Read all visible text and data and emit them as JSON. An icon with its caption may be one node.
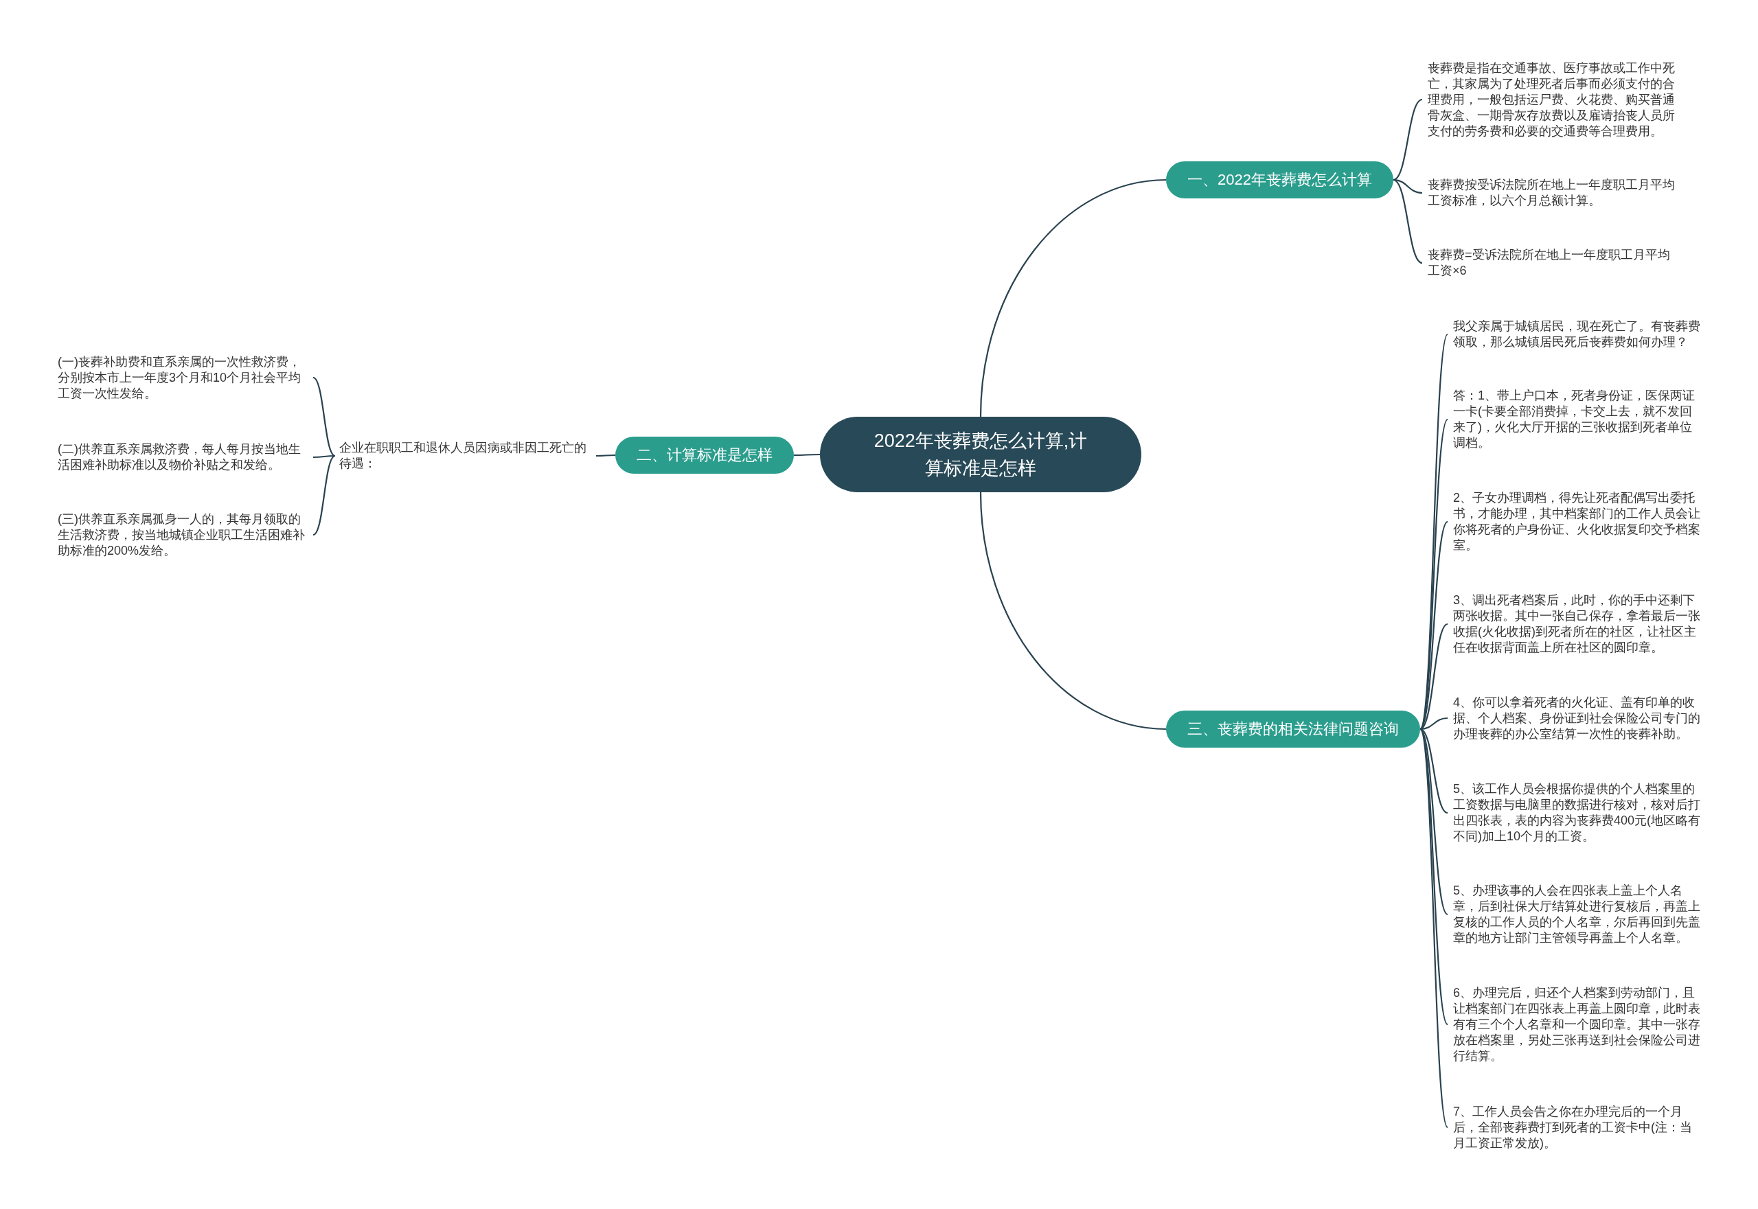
{
  "diagram": {
    "nodes": [
      {
        "text": [
          "2022年丧葬费怎么计算,计算标准是怎样"
        ]
      },
      {
        "text": [
          "一、2022年丧葬费怎么计算"
        ]
      },
      {
        "text": [
          "丧葬费是指在交通事故、医疗事故或工作中死亡，其家属为了处理死者后事而必须支付的合理费用，一般包括运尸费、火花费、购买普通骨灰盒、一期骨灰存放费以及雇请抬丧人员所支付的劳务费和必要的交通费等合理费用。"
        ]
      },
      {
        "text": [
          "丧葬费按受诉法院所在地上一年度职工月平均工资标准，以六个月总额计算。"
        ]
      },
      {
        "text": [
          "丧葬费=受诉法院所在地上一年度职工月平均工资×6"
        ]
      },
      {
        "text": [
          "二、计算标准是怎样"
        ]
      },
      {
        "text": [
          "企业在职职工和退休人员因病或非因工死亡的待遇："
        ]
      },
      {
        "text": [
          "(一)丧葬补助费和直系亲属的一次性救济费，分别按本市上一年度3个月和10个月社会平均工资一次性发给。"
        ]
      },
      {
        "text": [
          "(二)供养直系亲属救济费，每人每月按当地生活困难补助标准以及物价补贴之和发给。"
        ]
      },
      {
        "text": [
          "(三)供养直系亲属孤身一人的，其每月领取的生活救济费，按当地城镇企业职工生活困难补助标准的200%发给。"
        ]
      },
      {
        "text": [
          "三、丧葬费的相关法律问题咨询"
        ]
      },
      {
        "text": [
          "我父亲属于城镇居民，现在死亡了。有丧葬费领取，那么城镇居民死后丧葬费如何办理？"
        ]
      },
      {
        "text": [
          "答：1、带上户口本，死者身份证，医保两证一卡(卡要全部消费掉，卡交上去，就不发回来了)，火化大厅开据的三张收据到死者单位调档。"
        ]
      },
      {
        "text": [
          "2、子女办理调档，得先让死者配偶写出委托书，才能办理，其中档案部门的工作人员会让你将死者的户身份证、火化收据复印交予档案室。"
        ]
      },
      {
        "text": [
          "3、调出死者档案后，此时，你的手中还剩下两张收据。其中一张自己保存，拿着最后一张收据(火化收据)到死者所在的社区，让社区主任在收据背面盖上所在社区的圆印章。"
        ]
      },
      {
        "text": [
          "4、你可以拿着死者的火化证、盖有印单的收据、个人档案、身份证到社会保险公司专门的办理丧葬的办公室结算一次性的丧葬补助。"
        ]
      },
      {
        "text": [
          "5、该工作人员会根据你提供的个人档案里的工资数据与电脑里的数据进行核对，核对后打出四张表，表的内容为丧葬费400元(地区略有不同)加上10个月的工资。"
        ]
      },
      {
        "text": [
          "5、办理该事的人会在四张表上盖上个人名章，后到社保大厅结算处进行复核后，再盖上复核的工作人员的个人名章，尔后再回到先盖章的地方让部门主管领导再盖上个人名章。"
        ]
      },
      {
        "text": [
          "6、办理完后，归还个人档案到劳动部门，且让档案部门在四张表上再盖上圆印章，此时表有有三个个人名章和一个圆印章。其中一张存放在档案里，另处三张再送到社会保险公司进行结算。"
        ]
      },
      {
        "text": [
          "7、工作人员会告之你在办理完后的一个月后，全部丧葬费打到死者的工资卡中(注：当月工资正常发放)。"
        ]
      }
    ],
    "edges": [
      {
        "from": 0,
        "to": 1,
        "arrow": "none"
      },
      {
        "from": 1,
        "to": 2,
        "arrow": "none"
      },
      {
        "from": 1,
        "to": 3,
        "arrow": "none"
      },
      {
        "from": 1,
        "to": 4,
        "arrow": "none"
      },
      {
        "from": 0,
        "to": 5,
        "arrow": "none"
      },
      {
        "from": 5,
        "to": 6,
        "arrow": "none"
      },
      {
        "from": 6,
        "to": 7,
        "arrow": "none"
      },
      {
        "from": 6,
        "to": 8,
        "arrow": "none"
      },
      {
        "from": 6,
        "to": 9,
        "arrow": "none"
      },
      {
        "from": 0,
        "to": 10,
        "arrow": "none"
      },
      {
        "from": 10,
        "to": 11,
        "arrow": "none"
      },
      {
        "from": 10,
        "to": 12,
        "arrow": "none"
      },
      {
        "from": 10,
        "to": 13,
        "arrow": "none"
      },
      {
        "from": 10,
        "to": 14,
        "arrow": "none"
      },
      {
        "from": 10,
        "to": 15,
        "arrow": "none"
      },
      {
        "from": 10,
        "to": 16,
        "arrow": "none"
      },
      {
        "from": 10,
        "to": 17,
        "arrow": "none"
      },
      {
        "from": 10,
        "to": 18,
        "arrow": "none"
      },
      {
        "from": 10,
        "to": 19,
        "arrow": "none"
      }
    ]
  }
}
